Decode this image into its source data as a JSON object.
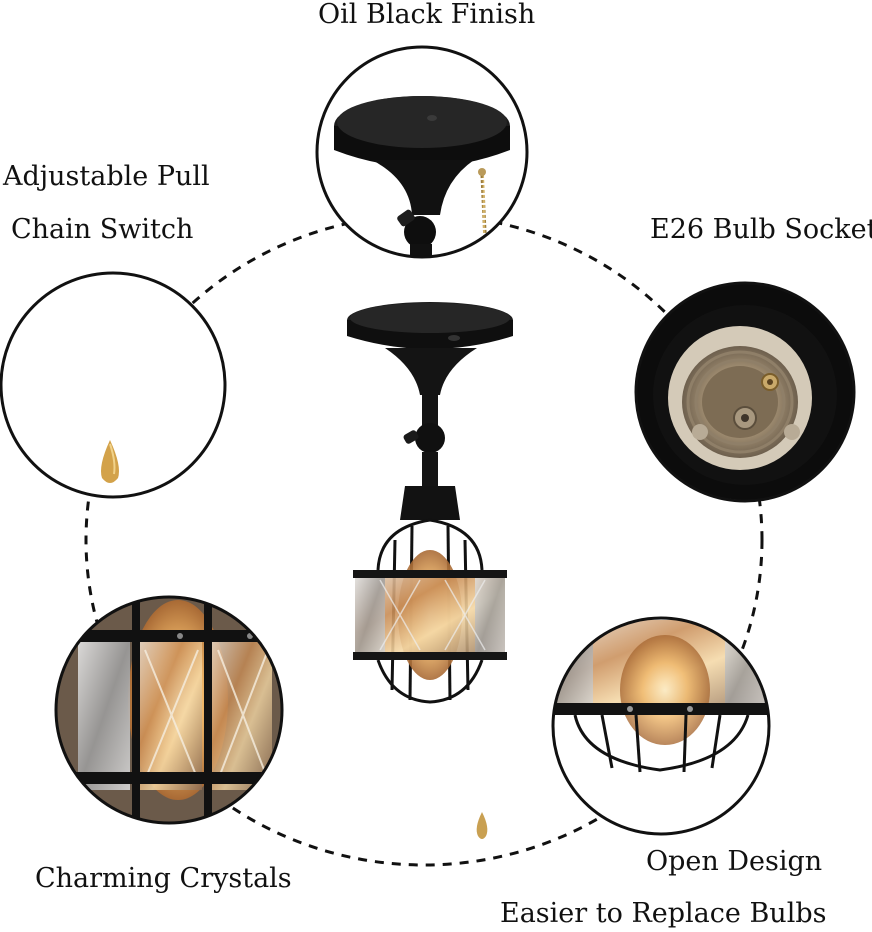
{
  "labels": {
    "oil_black_finish": "Oil Black Finish",
    "pull_chain_line1": "Adjustable Pull",
    "pull_chain_line2": "Chain Switch",
    "e26_socket": "E26 Bulb Socket",
    "charming_crystals": "Charming Crystals",
    "open_design": "Open Design",
    "easier_bulbs": "Easier to Replace Bulbs"
  },
  "colors": {
    "fixture_black": "#141414",
    "chain_brass": "#b09560",
    "crystal_amber": "#d99a55",
    "ring": "#111111"
  }
}
